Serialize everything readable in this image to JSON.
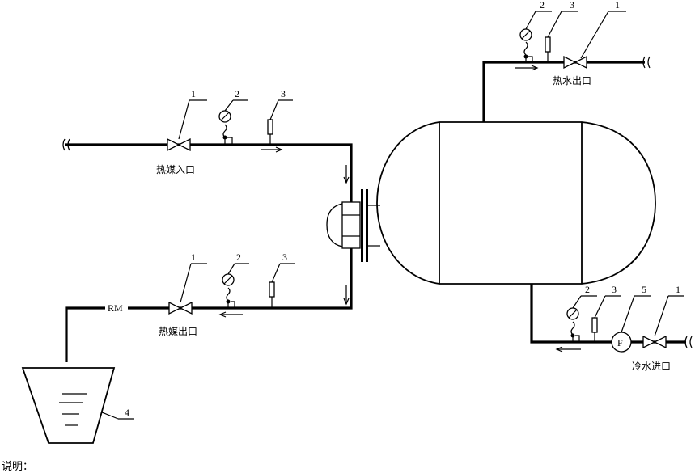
{
  "labels": {
    "heat_medium_inlet": "热媒入口",
    "heat_medium_outlet": "热媒出口",
    "hot_water_outlet": "热水出口",
    "cold_water_inlet": "冷水进口",
    "rm": "RM",
    "flowmeter_letter": "F",
    "note": "说明："
  },
  "item_numbers": {
    "valve": "1",
    "pressure_gauge": "2",
    "thermometer": "3",
    "tank": "4",
    "flowmeter": "5"
  }
}
